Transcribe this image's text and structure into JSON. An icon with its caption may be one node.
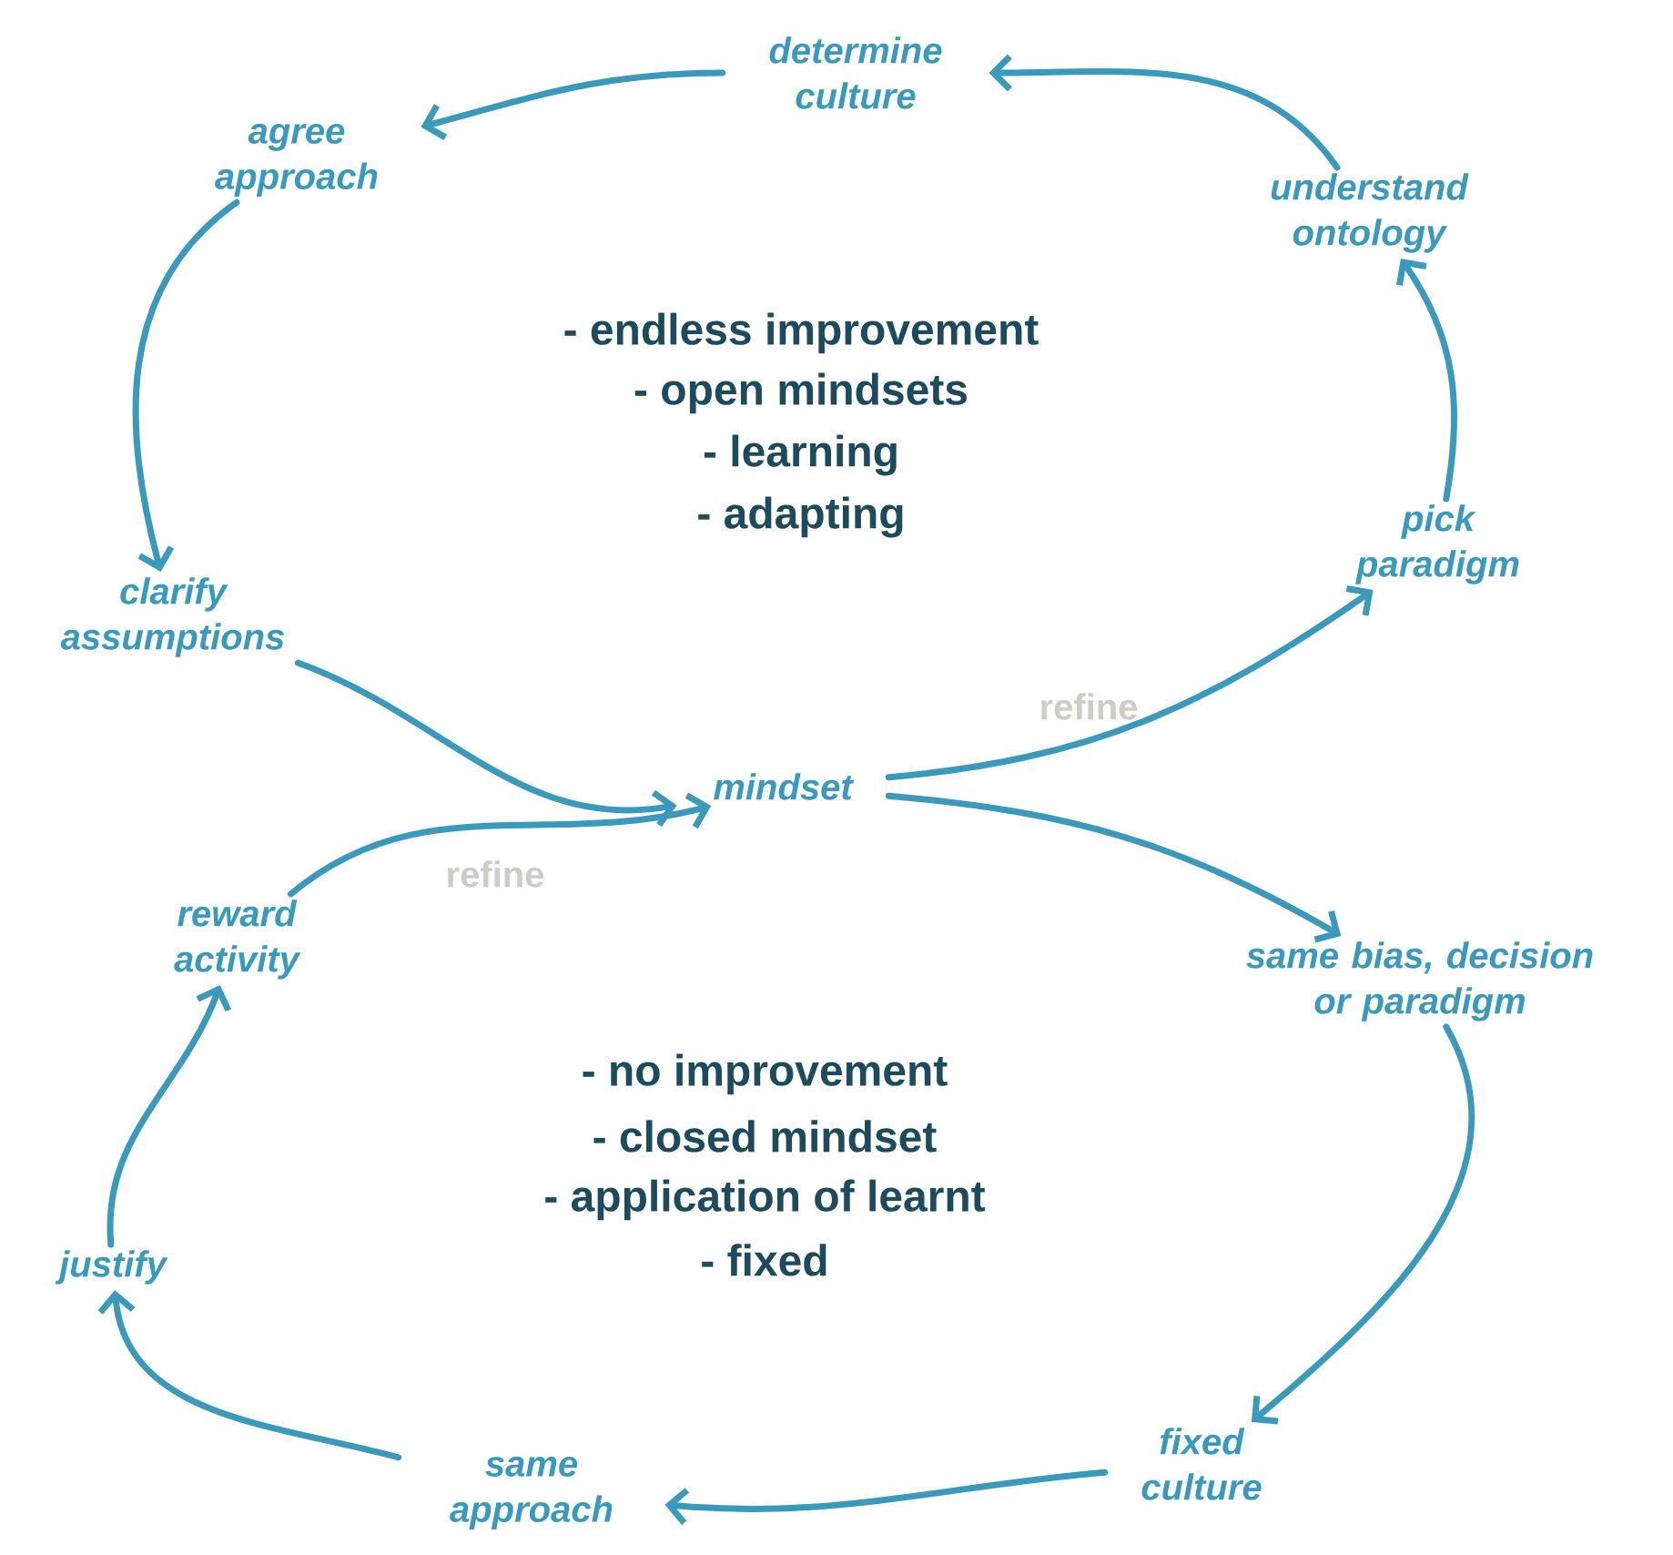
{
  "diagram": {
    "nodes": [
      {
        "text": [
          "determine culture"
        ]
      },
      {
        "text": [
          "agree approach"
        ]
      },
      {
        "text": [
          "understand ontology"
        ]
      },
      {
        "text": [
          "pick paradigm"
        ]
      },
      {
        "text": [
          "clarify assumptions"
        ]
      },
      {
        "text": [
          "mindset"
        ]
      },
      {
        "text": [
          "reward activity"
        ]
      },
      {
        "text": [
          "same bias, decision or paradigm"
        ]
      },
      {
        "text": [
          "justify"
        ]
      },
      {
        "text": [
          "fixed culture"
        ]
      },
      {
        "text": [
          "same approach"
        ]
      }
    ],
    "edges": [
      {
        "from": 2,
        "to": 0,
        "arrow": "to"
      },
      {
        "from": 0,
        "to": 1,
        "arrow": "to"
      },
      {
        "from": 1,
        "to": 4,
        "arrow": "to"
      },
      {
        "from": 4,
        "to": 5,
        "arrow": "to"
      },
      {
        "from": 6,
        "to": 5,
        "arrow": "to",
        "label": "refine"
      },
      {
        "from": 5,
        "to": 3,
        "arrow": "to",
        "label": "refine"
      },
      {
        "from": 3,
        "to": 2,
        "arrow": "to"
      },
      {
        "from": 5,
        "to": 7,
        "arrow": "to"
      },
      {
        "from": 7,
        "to": 9,
        "arrow": "to"
      },
      {
        "from": 9,
        "to": 10,
        "arrow": "to"
      },
      {
        "from": 10,
        "to": 8,
        "arrow": "to"
      },
      {
        "from": 8,
        "to": 6,
        "arrow": "to"
      }
    ],
    "labels": [
      "- endless improvement",
      "- open mindsets",
      "- learning",
      "- adapting",
      "- no improvement",
      "- closed mindset",
      "- application of learnt",
      "- fixed"
    ]
  }
}
